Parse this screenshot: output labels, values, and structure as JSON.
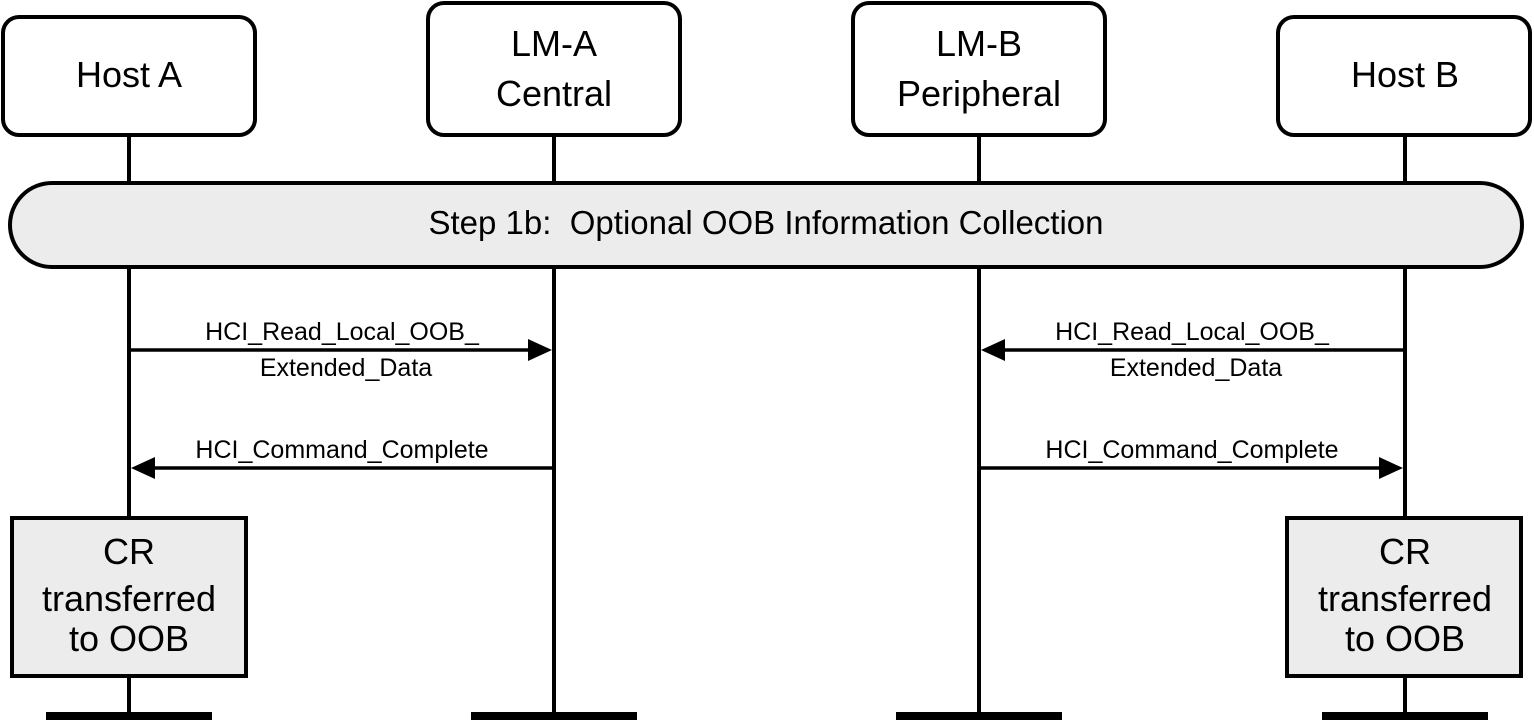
{
  "participants": [
    {
      "id": "host-a",
      "lines": [
        "Host A"
      ]
    },
    {
      "id": "lm-a",
      "lines": [
        "LM-A",
        "Central"
      ]
    },
    {
      "id": "lm-b",
      "lines": [
        "LM-B",
        "Peripheral"
      ]
    },
    {
      "id": "host-b",
      "lines": [
        "Host B"
      ]
    }
  ],
  "step_band": {
    "label": "Step 1b:  Optional OOB Information Collection"
  },
  "messages": [
    {
      "id": "read-local-oob-a",
      "from": "host-a",
      "to": "lm-a",
      "lines": [
        "HCI_Read_Local_OOB_",
        "Extended_Data"
      ]
    },
    {
      "id": "read-local-oob-b",
      "from": "host-b",
      "to": "lm-b",
      "lines": [
        "HCI_Read_Local_OOB_",
        "Extended_Data"
      ]
    },
    {
      "id": "command-complete-a",
      "from": "lm-a",
      "to": "host-a",
      "lines": [
        "HCI_Command_Complete"
      ]
    },
    {
      "id": "command-complete-b",
      "from": "lm-b",
      "to": "host-b",
      "lines": [
        "HCI_Command_Complete"
      ]
    }
  ],
  "notes": [
    {
      "id": "note-host-a",
      "lines": [
        "CR",
        "transferred",
        "to OOB"
      ]
    },
    {
      "id": "note-host-b",
      "lines": [
        "CR",
        "transferred",
        "to OOB"
      ]
    }
  ],
  "colors": {
    "band_fill": "#ececec",
    "note_fill": "#ececec",
    "stroke": "#000000"
  }
}
